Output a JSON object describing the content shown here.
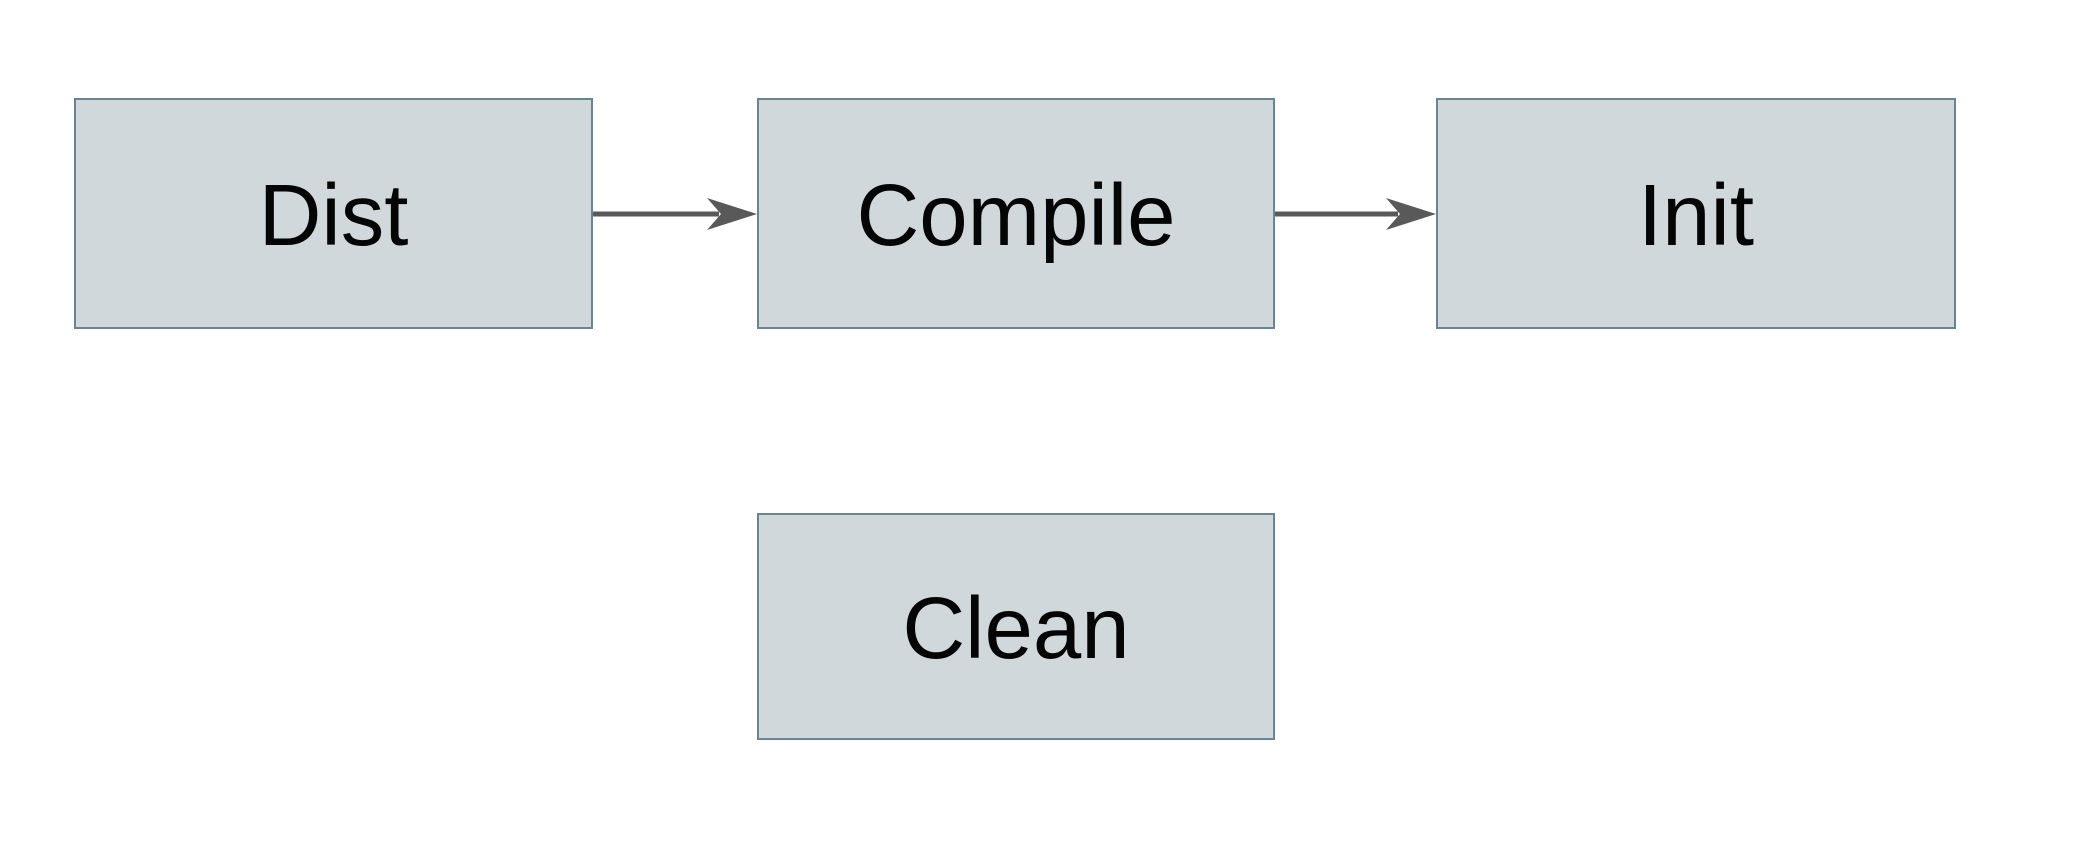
{
  "diagram": {
    "type": "flowchart",
    "nodes": [
      {
        "id": "dist",
        "label": "Dist"
      },
      {
        "id": "compile",
        "label": "Compile"
      },
      {
        "id": "init",
        "label": "Init"
      },
      {
        "id": "clean",
        "label": "Clean"
      }
    ],
    "edges": [
      {
        "from": "Dist",
        "to": "Compile",
        "style": "arrow-right"
      },
      {
        "from": "Compile",
        "to": "Init",
        "style": "arrow-right"
      }
    ],
    "colors": {
      "background": "#ffffff",
      "node_fill": "#d1d8db",
      "node_border": "#6a8591",
      "arrow": "#595959",
      "text": "#050505"
    }
  }
}
